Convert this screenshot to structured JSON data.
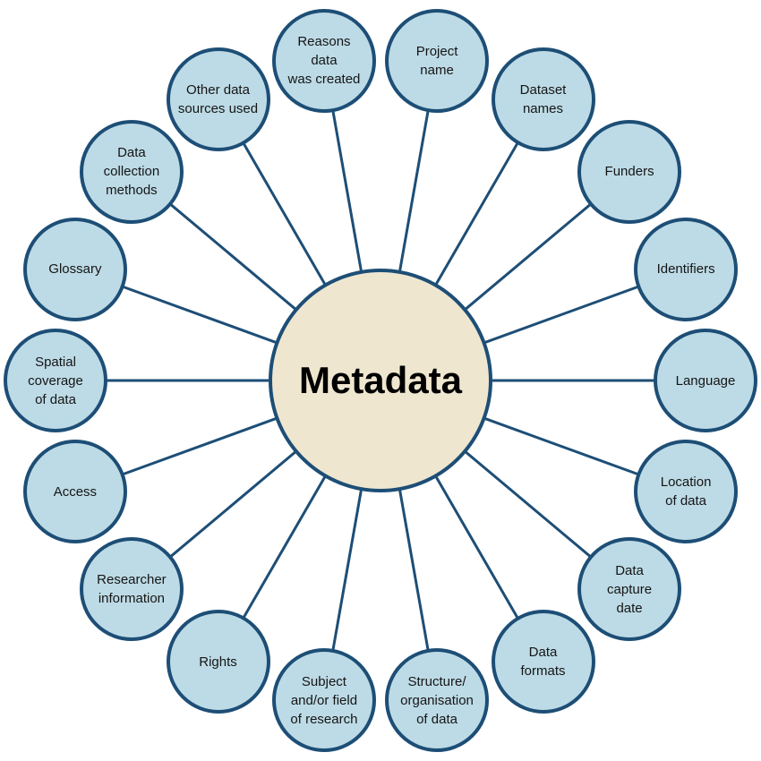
{
  "center": {
    "label": "Metadata"
  },
  "nodes": [
    {
      "label": "Language"
    },
    {
      "label": "Identifiers"
    },
    {
      "label": "Funders"
    },
    {
      "label": "Dataset\nnames"
    },
    {
      "label": "Project\nname"
    },
    {
      "label": "Reasons data\nwas created"
    },
    {
      "label": "Other data\nsources used"
    },
    {
      "label": "Data\ncollection\nmethods"
    },
    {
      "label": "Glossary"
    },
    {
      "label": "Spatial\ncoverage\nof data"
    },
    {
      "label": "Access"
    },
    {
      "label": "Researcher\ninformation"
    },
    {
      "label": "Rights"
    },
    {
      "label": "Subject\nand/or field\nof research"
    },
    {
      "label": "Structure/\norganisation\nof data"
    },
    {
      "label": "Data\nformats"
    },
    {
      "label": "Data\ncapture\ndate"
    },
    {
      "label": "Location\nof data"
    }
  ],
  "colors": {
    "node_fill": "#bddbe6",
    "stroke": "#1d4e76",
    "center_fill": "#efe6cf"
  }
}
